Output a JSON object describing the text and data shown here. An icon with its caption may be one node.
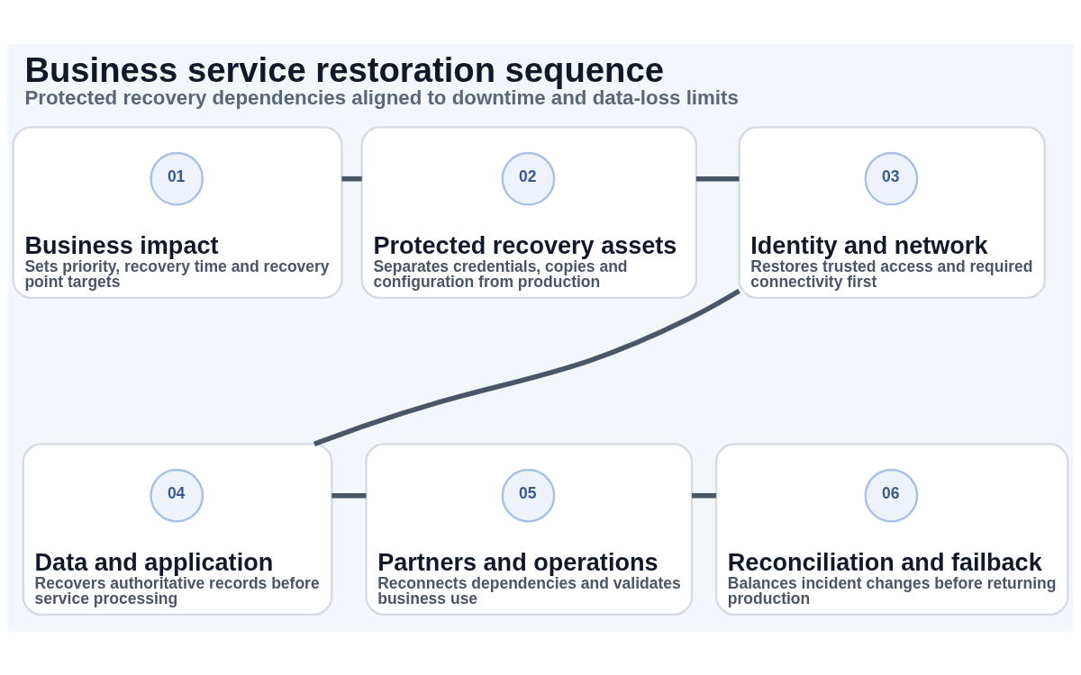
{
  "diagram": {
    "title": "Business service restoration sequence",
    "caption": "Protected recovery dependencies aligned to downtime and data-loss limits",
    "nodes": [
      {
        "text": [
          "Business impact",
          "Sets priority, recovery time and recovery point targets"
        ]
      },
      {
        "text": [
          "01"
        ],
        "in": 0
      },
      {
        "text": [
          "Protected recovery assets",
          "Separates credentials, copies and configuration from production"
        ]
      },
      {
        "text": [
          "02"
        ],
        "in": 2
      },
      {
        "text": [
          "Identity and network",
          "Restores trusted access and required connectivity first"
        ]
      },
      {
        "text": [
          "03"
        ],
        "in": 4
      },
      {
        "text": [
          "Data and application",
          "Recovers authoritative records before service processing"
        ]
      },
      {
        "text": [
          "04"
        ],
        "in": 6
      },
      {
        "text": [
          "Partners and operations",
          "Reconnects dependencies and validates business use"
        ]
      },
      {
        "text": [
          "05"
        ],
        "in": 8
      },
      {
        "text": [
          "Reconciliation and failback",
          "Balances incident changes before returning production"
        ]
      },
      {
        "text": [
          "06"
        ],
        "in": 10
      }
    ],
    "edges": [
      {
        "from": 0,
        "to": 2,
        "arrow": "none"
      },
      {
        "from": 2,
        "to": 4,
        "arrow": "none"
      },
      {
        "from": 4,
        "to": 6,
        "arrow": "none"
      },
      {
        "from": 6,
        "to": 8,
        "arrow": "none"
      },
      {
        "from": 8,
        "to": 10,
        "arrow": "none"
      }
    ]
  }
}
